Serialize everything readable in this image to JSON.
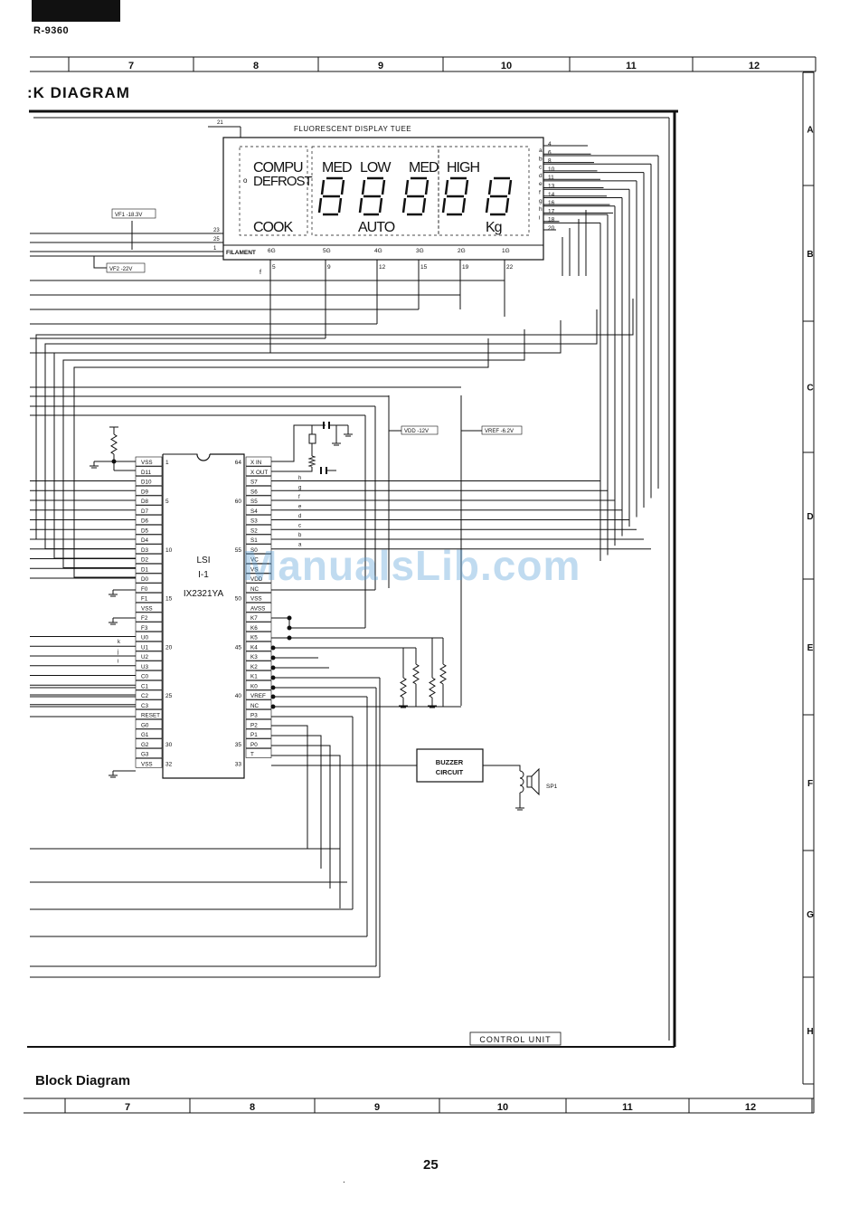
{
  "header": {
    "model": "R-9360",
    "title": ":K DIAGRAM",
    "footer_title": "Block Diagram",
    "page_number": "25"
  },
  "grid": {
    "columns": [
      "7",
      "8",
      "9",
      "10",
      "11",
      "12"
    ],
    "rows": [
      "A",
      "B",
      "C",
      "D",
      "E",
      "F",
      "G",
      "H"
    ]
  },
  "display": {
    "title": "FLUORESCENT DISPLAY TUEE",
    "indicators": [
      "COMPU",
      "DEFROST",
      "MED",
      "LOW",
      "MED",
      "HIGH",
      "COOK",
      "AUTO",
      "Kg"
    ],
    "filament_label": "FILAMENT",
    "filament_pins": [
      "23",
      "25",
      "1"
    ],
    "bottom_pins": [
      "6G",
      "5G",
      "4G",
      "3G",
      "2G",
      "1G"
    ],
    "right_pins": [
      "4",
      "6",
      "8",
      "10",
      "11",
      "13",
      "14",
      "16",
      "17",
      "18",
      "20"
    ],
    "right_letters": [
      "a",
      "b",
      "c",
      "d",
      "e",
      "f",
      "g",
      "h",
      "i"
    ],
    "grid_lead_pins": [
      "5",
      "9",
      "12",
      "15",
      "19",
      "22"
    ],
    "top_pin": "21"
  },
  "voltages": {
    "vf1": "VF1 -18.3V",
    "vf2": "VF2 -22V",
    "vdd": "VDD -12V",
    "vref": "VREF -6.2V"
  },
  "ic": {
    "name_line1": "LSI",
    "name_line2": "I-1",
    "part": "IX2321YA",
    "left_pins": [
      "VSS",
      "D11",
      "D10",
      "D9",
      "D8",
      "D7",
      "D6",
      "D5",
      "D4",
      "D3",
      "D2",
      "D1",
      "D0",
      "F0",
      "F1",
      "VSS",
      "F2",
      "F3",
      "U0",
      "U1",
      "U2",
      "U3",
      "C0",
      "C1",
      "C2",
      "C3",
      "RESET",
      "G0",
      "G1",
      "G2",
      "G3",
      "VSS"
    ],
    "left_numbers": [
      "1",
      "5",
      "10",
      "15",
      "20",
      "25",
      "30",
      "32"
    ],
    "right_pins": [
      "X IN",
      "X OUT",
      "S7",
      "S6",
      "S5",
      "S4",
      "S3",
      "S2",
      "S1",
      "S0",
      "VC",
      "VS",
      "VDD",
      "NC",
      "VSS",
      "AVSS",
      "K7",
      "K6",
      "K5",
      "K4",
      "K3",
      "K2",
      "K1",
      "K0",
      "VREF",
      "NC",
      "P3",
      "P2",
      "P1",
      "P0",
      "T"
    ],
    "right_numbers": [
      "64",
      "60",
      "55",
      "50",
      "45",
      "40",
      "35",
      "33"
    ],
    "segment_letters": [
      "h",
      "g",
      "f",
      "e",
      "d",
      "c",
      "b",
      "a"
    ],
    "u_letters": [
      "k",
      "j",
      "i"
    ]
  },
  "buzzer": {
    "line1": "BUZZER",
    "line2": "CIRCUIT",
    "speaker": "SP1"
  },
  "control_unit": "CONTROL UNIT",
  "watermark": "ManualsLib.com"
}
